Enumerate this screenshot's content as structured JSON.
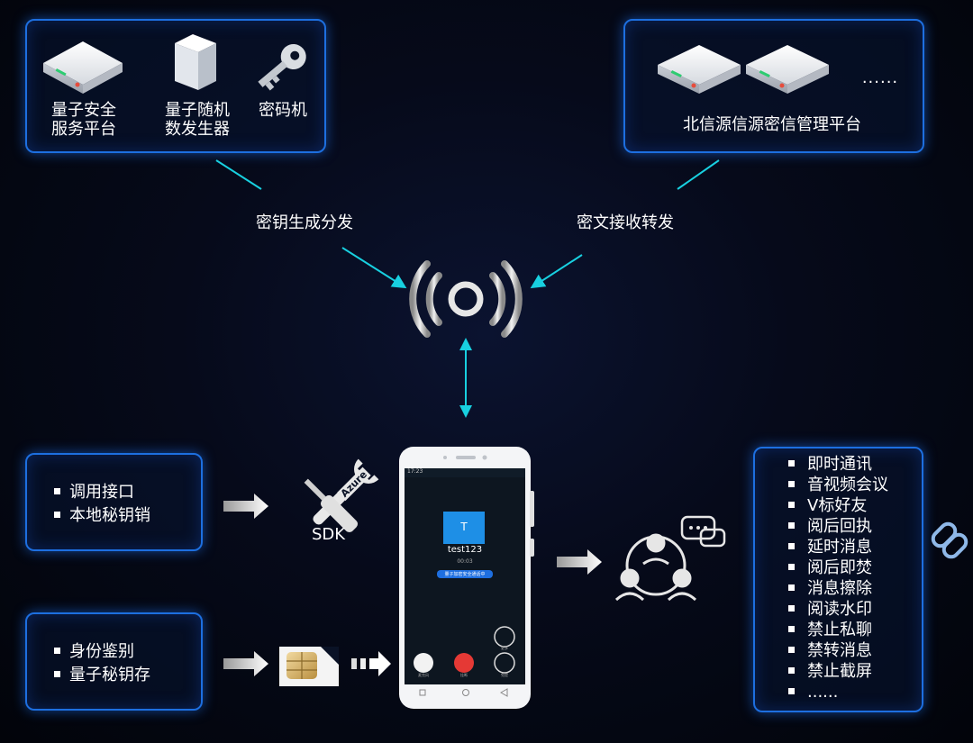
{
  "top_left": {
    "items": [
      {
        "label_line1": "量子安全",
        "label_line2": "服务平台",
        "icon": "server-icon"
      },
      {
        "label_line1": "量子随机",
        "label_line2": "数发生器",
        "icon": "box-icon"
      },
      {
        "label_line1": "密码机",
        "label_line2": "",
        "icon": "key-icon"
      }
    ]
  },
  "top_right": {
    "ellipsis": "......",
    "label": "北信源信源密信管理平台"
  },
  "flow_labels": {
    "left": "密钥生成分发",
    "right": "密文接收转发"
  },
  "left_box1": {
    "items": [
      "调用接口",
      "本地秘钥销"
    ]
  },
  "left_box2": {
    "items": [
      "身份鉴别",
      "量子秘钥存"
    ]
  },
  "sdk": {
    "tag": "Azure",
    "label": "SDK"
  },
  "phone": {
    "status_time": "17:23",
    "avatar_letter": "T",
    "contact_name": "test123",
    "call_time": "00:03",
    "secure_badge": "量子加密安全通话中",
    "btn_mute": "麦克风",
    "btn_hangup": "挂断",
    "btn_speaker": "免提",
    "btn_more": "更多"
  },
  "features": [
    "即时通讯",
    "音视频会议",
    "V标好友",
    "阅后回执",
    "延时消息",
    "阅后即焚",
    "消息擦除",
    "阅读水印",
    "禁止私聊",
    "禁转消息",
    "禁止截屏",
    "......"
  ],
  "colors": {
    "panel_border": "#1d6fe0",
    "arrow_cyan": "#18d0e0",
    "hangup_red": "#e53935",
    "call_badge": "#1e6fe0"
  }
}
